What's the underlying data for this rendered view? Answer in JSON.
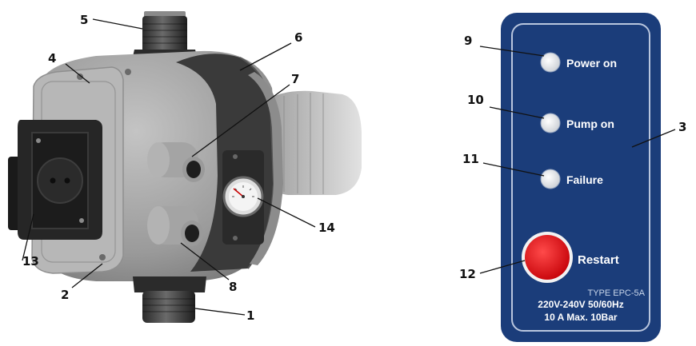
{
  "callouts": {
    "n1": "1",
    "n2": "2",
    "n3": "3",
    "n4": "4",
    "n5": "5",
    "n6": "6",
    "n7": "7",
    "n8": "8",
    "n9": "9",
    "n10": "10",
    "n11": "11",
    "n12": "12",
    "n13": "13",
    "n14": "14"
  },
  "panel": {
    "power_on": "Power on",
    "pump_on": "Pump on",
    "failure": "Failure",
    "restart": "Restart",
    "type": "TYPE EPC-5A",
    "voltage": "220V-240V 50/60Hz",
    "rating": "10 A Max. 10Bar"
  },
  "colors": {
    "panel_blue": "#1b3d7a",
    "restart_red": "#e8141c",
    "housing_grey": "#a9a9a9",
    "dark_band": "#3c3c3c",
    "socket_black": "#232323"
  }
}
